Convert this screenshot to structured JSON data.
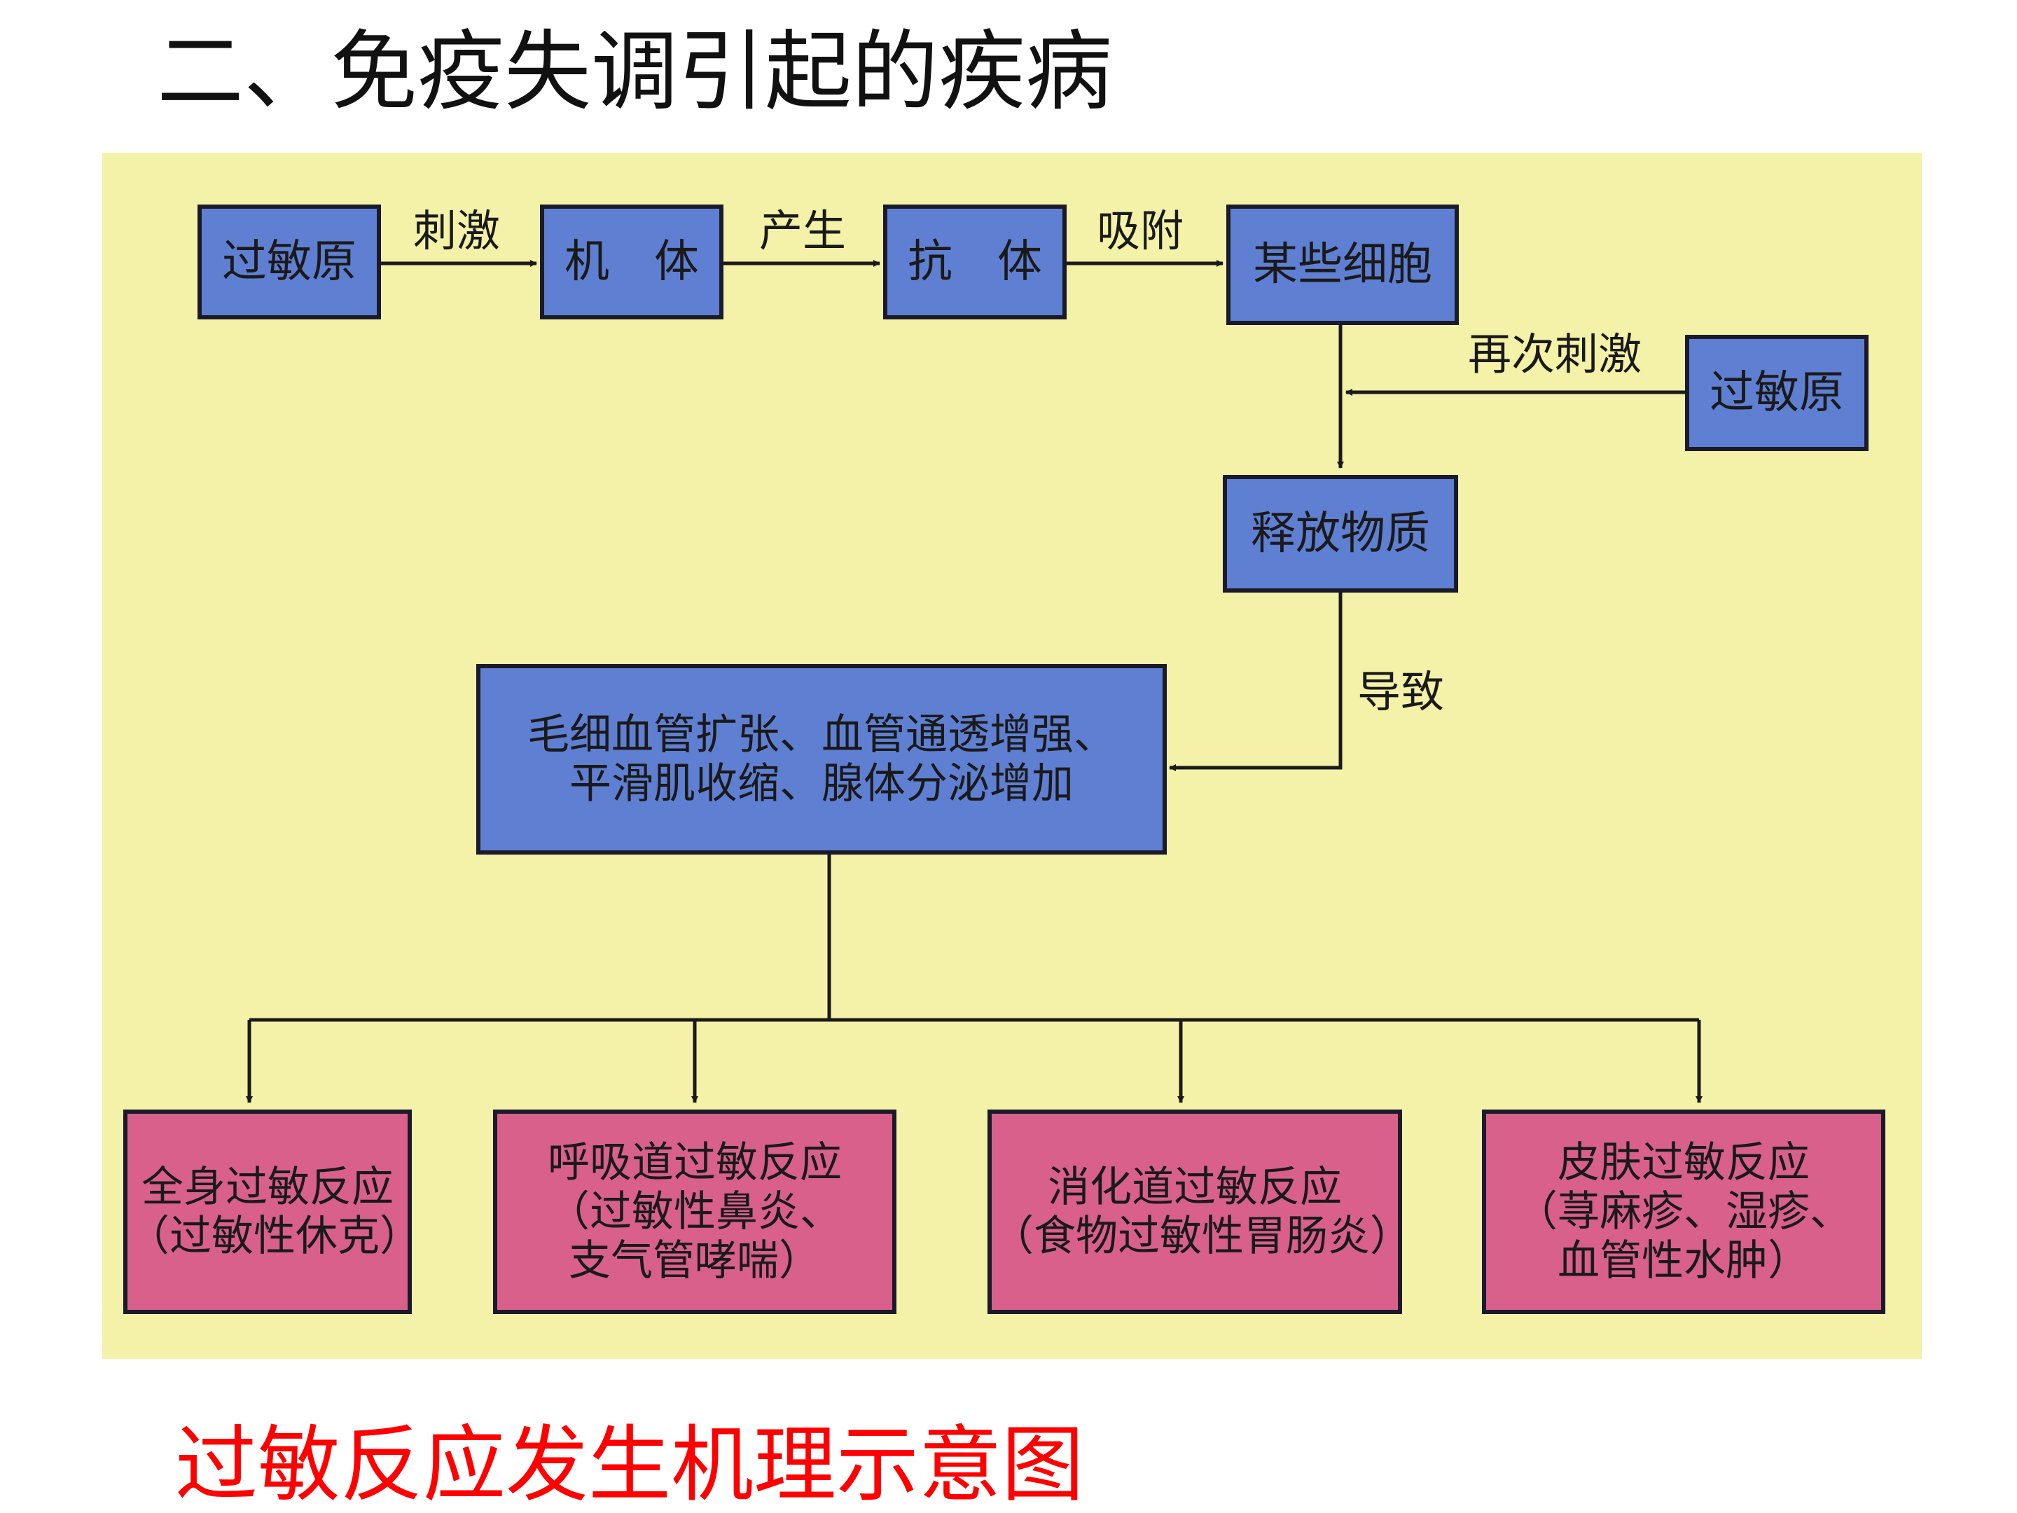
{
  "title": "二、免疫失调引起的疾病",
  "caption": "过敏反应发生机理示意图",
  "colors": {
    "panel": "#f4f2a8",
    "node_blue": "#5f7fd2",
    "node_pink": "#d8608a",
    "caption": "#ff0000"
  },
  "nodes": {
    "allergen1": "过敏原",
    "organism": "机　体",
    "antibody": "抗　体",
    "cells": "某些细胞",
    "allergen2": "过敏原",
    "release": "释放物质",
    "effects": [
      "毛细血管扩张、血管通透增强、",
      "平滑肌收缩、腺体分泌增加"
    ]
  },
  "edges": {
    "stimulate": "刺激",
    "produce": "产生",
    "adsorb": "吸附",
    "restimulate": "再次刺激",
    "cause": "导致"
  },
  "reactions": [
    {
      "lines": [
        "全身过敏反应",
        "（过敏性休克）"
      ]
    },
    {
      "lines": [
        "呼吸道过敏反应",
        "（过敏性鼻炎、",
        "支气管哮喘）"
      ]
    },
    {
      "lines": [
        "消化道过敏反应",
        "（食物过敏性胃肠炎）"
      ]
    },
    {
      "lines": [
        "皮肤过敏反应",
        "（荨麻疹、湿疹、",
        "血管性水肿）"
      ]
    }
  ]
}
